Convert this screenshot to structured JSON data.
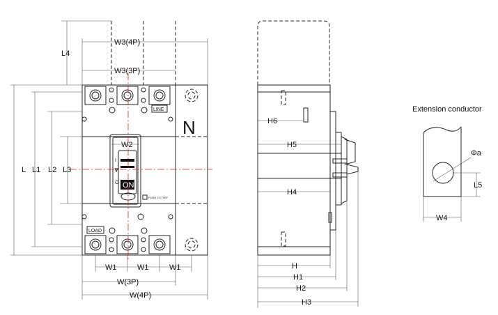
{
  "front_view": {
    "dimensions": {
      "w3_4p": "W3(4P)",
      "w3_3p": "W3(3P)",
      "l4": "L4",
      "l": "L",
      "l1": "L1",
      "l2": "L2",
      "l3": "L3",
      "w2": "W2",
      "w1": "W1",
      "w_3p": "W(3P)",
      "w_4p": "W(4P)"
    },
    "labels": {
      "line": "LINE",
      "load": "LOAD",
      "neutral": "N",
      "on": "ON",
      "push_to_trip": "PUSH TO TRIP",
      "on_mark": "I",
      "off_mark": "O"
    }
  },
  "side_view": {
    "dimensions": {
      "h6": "H6",
      "h5": "H5",
      "h4": "H4",
      "h": "H",
      "h1": "H1",
      "h2": "H2",
      "h3": "H3"
    }
  },
  "extension_conductor": {
    "title": "Extension conductor",
    "dimensions": {
      "phi_a": "Φa",
      "l5": "L5",
      "w4": "W4"
    }
  }
}
